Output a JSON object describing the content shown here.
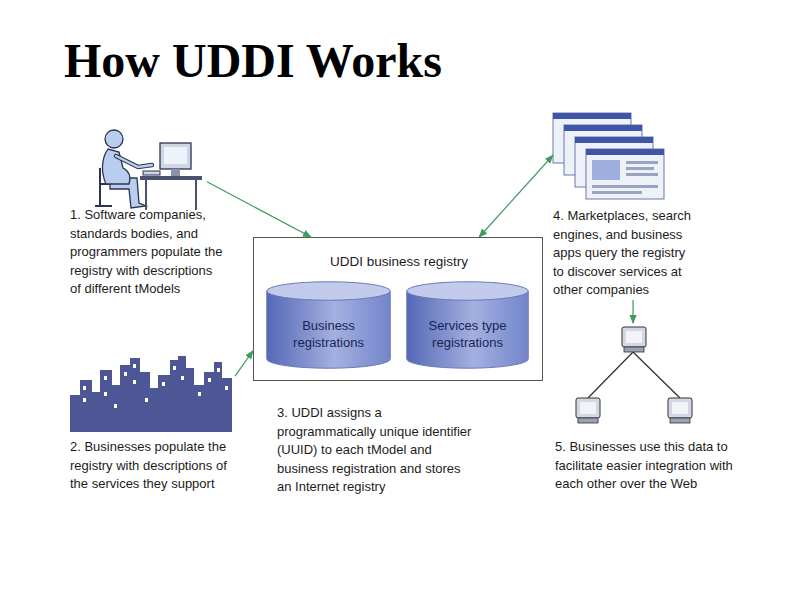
{
  "diagram": {
    "title": "How UDDI Works",
    "nodes": [
      {
        "text": [
          "1. Software companies, standards bodies, and programmers populate the registry with descriptions of different tModels"
        ]
      },
      {
        "text": [
          "4. Marketplaces, search engines, and business apps query the registry to discover services at other companies"
        ]
      },
      {
        "text": [
          "UDDI business registry"
        ]
      },
      {
        "text": [
          "Business registrations"
        ],
        "in": 2
      },
      {
        "text": [
          "Services type registrations"
        ],
        "in": 2
      },
      {
        "text": [
          "2. Businesses populate the registry with descriptions of the services they support"
        ]
      },
      {
        "text": [
          "5. Businesses use this data to facilitate easier integration with each other over the Web"
        ]
      }
    ],
    "edges": [
      {
        "from": 0,
        "to": 2,
        "arrow": "to"
      },
      {
        "from": 1,
        "to": 2,
        "arrow": "both"
      },
      {
        "from": 5,
        "to": 2,
        "arrow": "to"
      },
      {
        "from": 1,
        "to": 6,
        "arrow": "to"
      }
    ],
    "labels": [
      "3. UDDI assigns a programmatically unique identifier (UUID) to each tModel and business registration and stores an Internet registry"
    ]
  }
}
